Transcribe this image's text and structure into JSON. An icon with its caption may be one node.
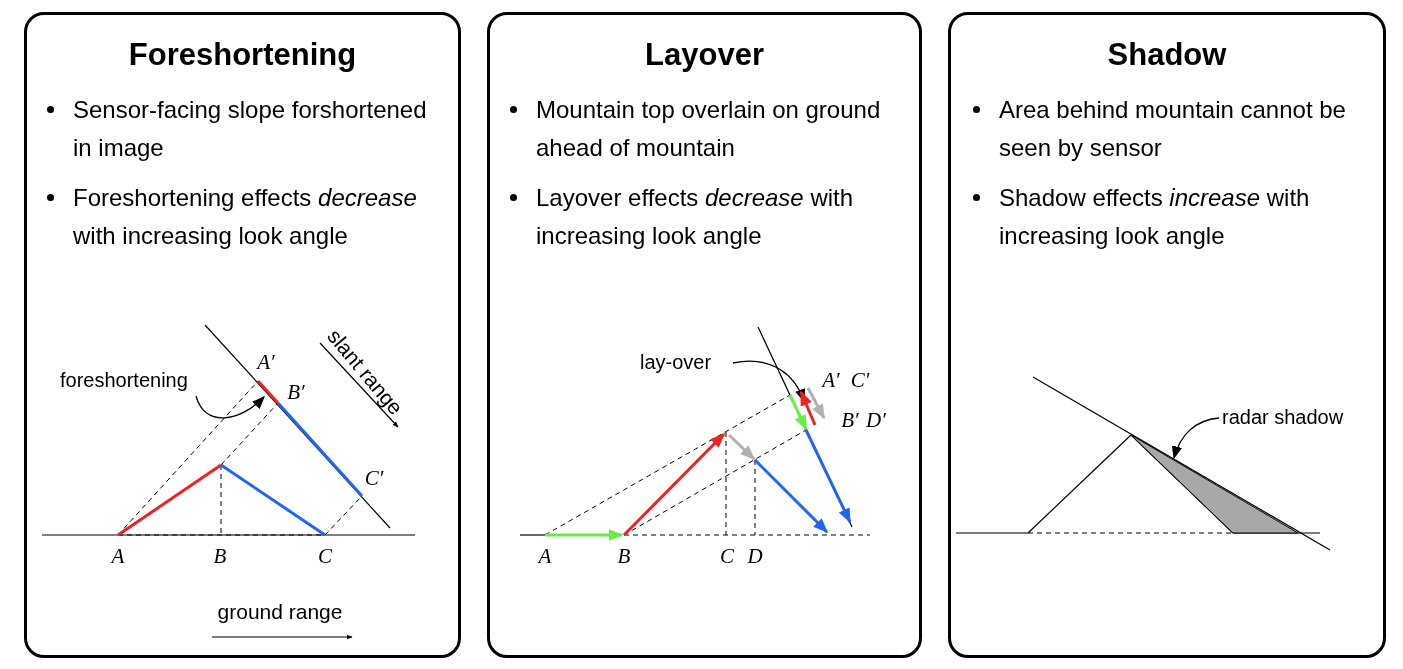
{
  "diagram": {
    "nodes": [
      {
        "text": [
          "Foreshortening",
          "Sensor-facing slope forshortened in image",
          "Foreshortening effects *decrease* with increasing look angle"
        ]
      },
      {
        "text": [
          "foreshortening"
        ],
        "in": 0
      },
      {
        "text": [],
        "shape": "line",
        "in": 0
      },
      {
        "text": [
          "Layover",
          "Mountain top overlain on ground ahead of mountain",
          "Layover effects *decrease* with increasing look angle"
        ]
      },
      {
        "text": [
          "lay-over"
        ],
        "in": 3
      },
      {
        "text": [],
        "shape": "arrow",
        "in": 3
      },
      {
        "text": [
          "Shadow",
          "Area behind mountain cannot be seen by sensor",
          "Shadow effects *increase* with increasing look angle"
        ]
      },
      {
        "text": [
          "radar shadow"
        ],
        "in": 6
      },
      {
        "text": [],
        "shape": "triangle",
        "in": 6
      }
    ],
    "edges": [
      {
        "from": 1,
        "to": 2,
        "arrow": "to"
      },
      {
        "from": 4,
        "to": 5,
        "arrow": "to"
      },
      {
        "from": 7,
        "to": 8,
        "arrow": "to"
      }
    ],
    "labels": [
      "slant range",
      "A′",
      "B′",
      "C′",
      "A",
      "B",
      "C",
      "ground range",
      "A′",
      "C′",
      "B′",
      "D′",
      "A",
      "B",
      "C",
      "D"
    ]
  }
}
